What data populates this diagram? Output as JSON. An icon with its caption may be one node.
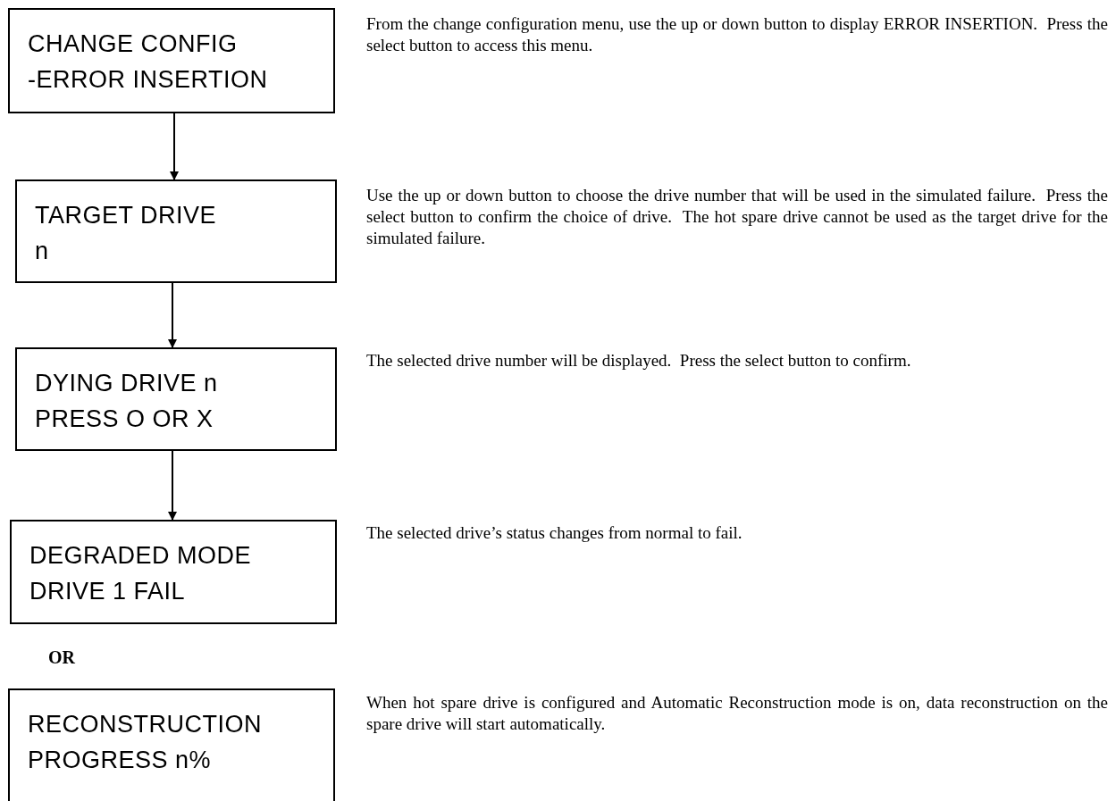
{
  "diagram": {
    "nodes": [
      {
        "text": [
          "CHANGE CONFIG",
          "-ERROR INSERTION"
        ],
        "beside": [
          "From the change configuration menu, use the up or down button to display ERROR INSERTION.  Press the select button to access this menu."
        ]
      },
      {
        "text": [
          "TARGET DRIVE",
          "n"
        ],
        "beside": [
          "Use the up or down button to choose the drive number that will be used in the simulated failure.  Press the select button to confirm the choice of drive.  The hot spare drive cannot be used as the target drive for the simulated failure."
        ]
      },
      {
        "text": [
          "DYING DRIVE n",
          "PRESS O OR X"
        ],
        "beside": [
          "The selected drive number will be displayed.  Press the select button to confirm."
        ]
      },
      {
        "text": [
          "DEGRADED MODE",
          "DRIVE 1 FAIL"
        ],
        "beside": [
          "The selected drive’s status changes from normal to fail."
        ]
      },
      {
        "text": [
          "RECONSTRUCTION",
          "PROGRESS n%"
        ],
        "beside": [
          "When hot spare drive is configured and Automatic Reconstruction mode is on, data reconstruction on the spare drive will start automatically."
        ]
      }
    ],
    "edges": [
      {
        "from": 0,
        "to": 1,
        "arrow": "to"
      },
      {
        "from": 1,
        "to": 2,
        "arrow": "to"
      },
      {
        "from": 2,
        "to": 3,
        "arrow": "to"
      }
    ],
    "labels": [
      "OR"
    ]
  }
}
